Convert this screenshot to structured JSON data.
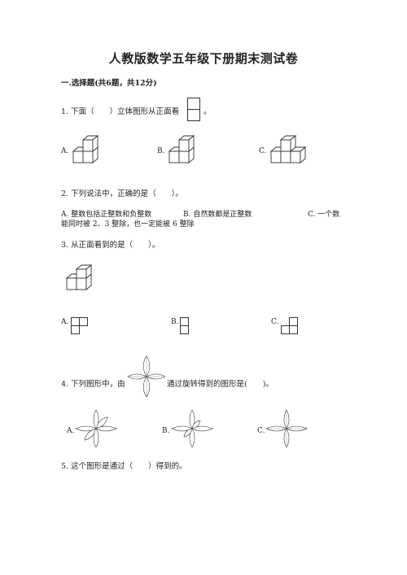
{
  "title": "人教版数学五年级下册期末测试卷",
  "section1": "一.选择题(共6题，共12分)",
  "q1": {
    "text_before": "1. 下面（　　）立体图形从正面看",
    "text_after": "。",
    "options": [
      "A.",
      "B.",
      "C."
    ]
  },
  "q2": {
    "text": "2. 下列说法中，正确的是（　　）。",
    "option_a": "A. 整数包括正整数和负整数",
    "option_b": "B. 自然数都是正整数",
    "option_c_line1": "C. 一个数",
    "option_c_line2": "能同时被 2、3 整除，也一定能被 6 整除"
  },
  "q3": {
    "text": "3. 从正面看到的是（　　）。",
    "options": [
      "A.",
      "B.",
      "C."
    ]
  },
  "q4": {
    "text_before": "4. 下列图形中，由",
    "text_after": "通过旋转得到的图形是(　　)。",
    "options": [
      "A.",
      "B.",
      "C."
    ]
  },
  "q5": {
    "text": "5. 这个图形是通过（　　）得到的。"
  }
}
